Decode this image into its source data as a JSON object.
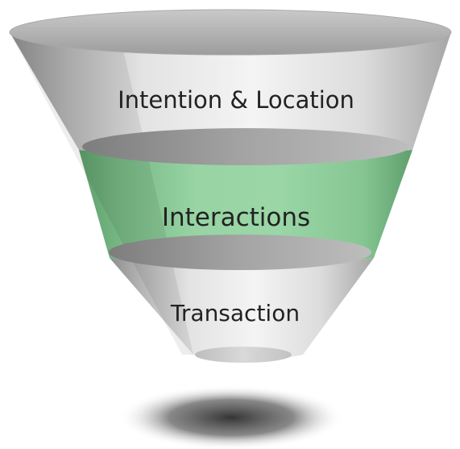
{
  "funnel": {
    "stages": [
      {
        "label": "Intention & Location",
        "color": "#e6e6e6",
        "highlighted": false
      },
      {
        "label": "Interactions",
        "color": "#8fcb9b",
        "highlighted": true
      },
      {
        "label": "Transaction",
        "color": "#ececec",
        "highlighted": false
      }
    ]
  }
}
